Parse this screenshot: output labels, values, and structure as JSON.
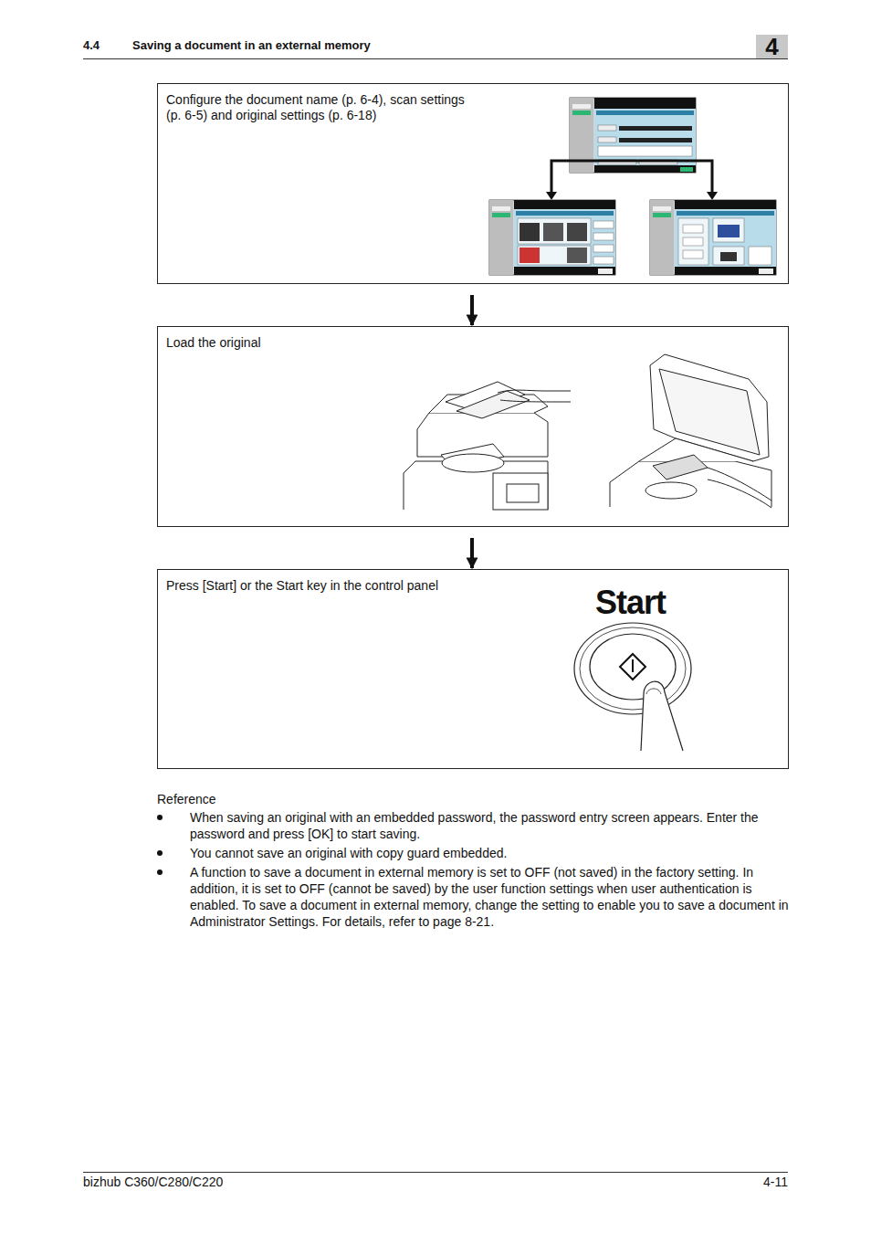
{
  "diagram": {
    "nodes": [
      {
        "text": [
          "Configure the document name (p. 6-4), scan settings (p. 6-5) and original settings (p. 6-18)"
        ]
      },
      {
        "text": [
          "Load the original"
        ]
      },
      {
        "text": [
          "Press [Start] or the Start key in the control panel"
        ]
      }
    ],
    "edges": [
      {
        "from": 0,
        "to": 1,
        "arrow": "to"
      },
      {
        "from": 1,
        "to": 2,
        "arrow": "to"
      }
    ],
    "labels": [
      "4.4",
      "Saving a document in an external memory",
      "4",
      "Start",
      "Reference",
      "When saving an original with an embedded password, the password entry screen appears. Enter the password and press [OK] to start saving.",
      "You cannot save an original with copy guard embedded.",
      "A function to save a document in external memory is set to OFF (not saved) in the factory setting. In addition, it is set to OFF (cannot be saved) by the user function settings when user authentication is enabled. To save a document in external memory, change the setting to enable you to save a document in Administrator Settings. For details, refer to page 8-21.",
      "bizhub C360/C280/C220",
      "4-11"
    ]
  }
}
